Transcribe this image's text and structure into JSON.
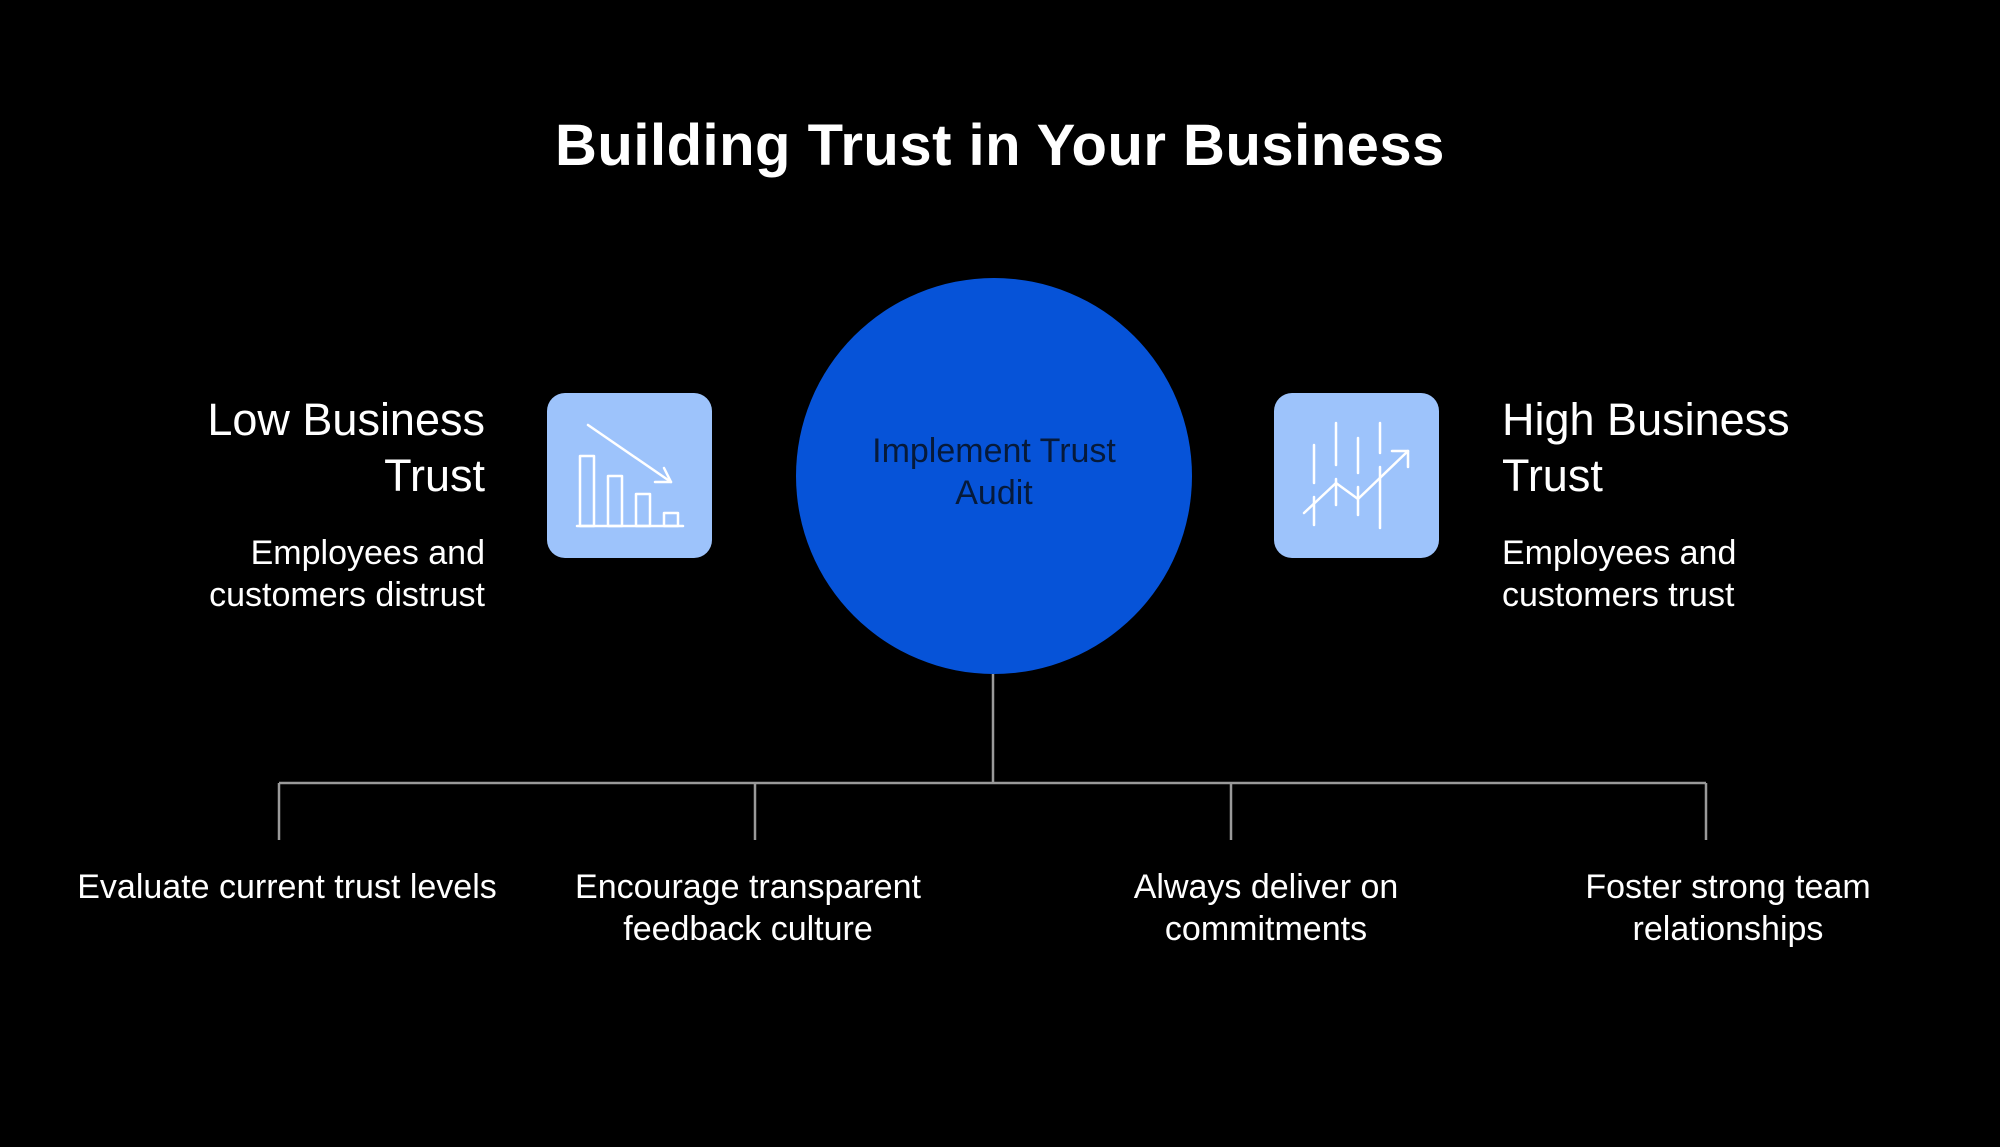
{
  "title": "Building Trust in Your Business",
  "center": {
    "label": "Implement Trust Audit",
    "color": "#0653d8"
  },
  "left": {
    "heading": "Low Business Trust",
    "description": "Employees and customers distrust",
    "icon": "declining-bar-chart-icon"
  },
  "right": {
    "heading": "High Business Trust",
    "description": "Employees and customers trust",
    "icon": "rising-trend-chart-icon"
  },
  "steps": [
    {
      "label": "Evaluate current trust levels"
    },
    {
      "label": "Encourage transparent feedback culture"
    },
    {
      "label": "Always deliver on commitments"
    },
    {
      "label": "Foster strong team relationships"
    }
  ],
  "colors": {
    "background": "#000000",
    "icon_box": "#9dc3fb",
    "connector": "#9a9a9a",
    "text": "#ffffff"
  }
}
